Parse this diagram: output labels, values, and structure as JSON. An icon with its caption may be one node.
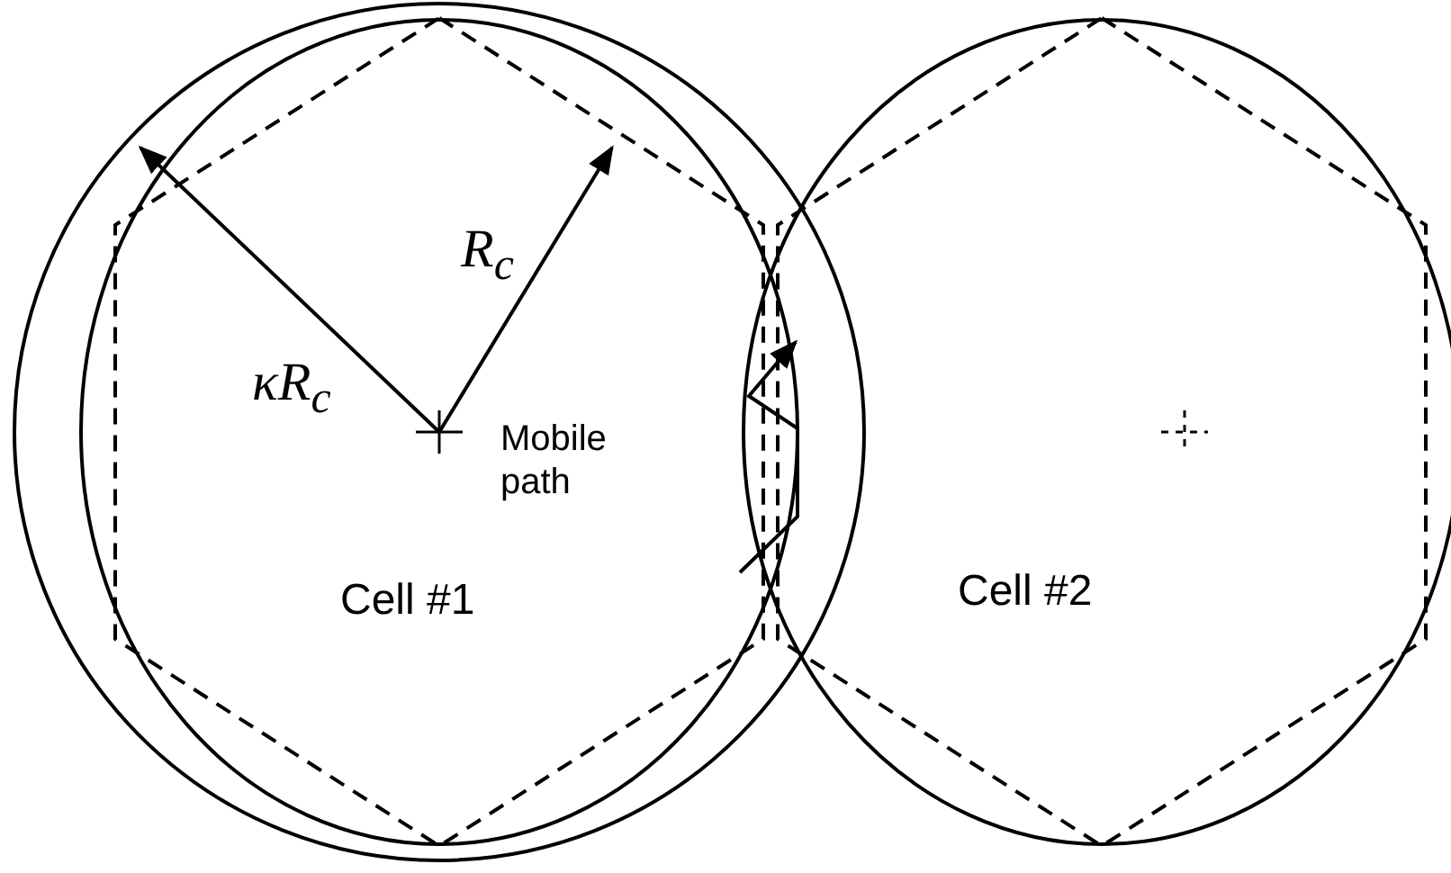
{
  "diagram": {
    "nodes": [
      {
        "text": [
          "Cell #1"
        ]
      },
      {
        "text": [
          "Cell #2"
        ]
      }
    ],
    "labels": [
      "R$_{c}$",
      "κR$_{c}$",
      "Mobile path"
    ]
  }
}
